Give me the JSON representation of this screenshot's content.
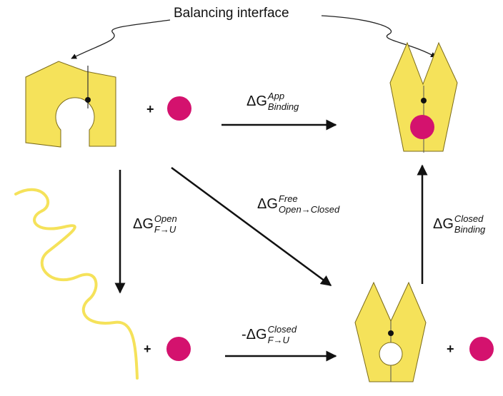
{
  "title": "Balancing interface",
  "plus": "+",
  "delta": "ΔG",
  "neg_delta": "-ΔG",
  "labels": {
    "app_binding": {
      "sup": "App",
      "sub": "Binding"
    },
    "free": {
      "sup": "Free",
      "sub": "Open→Closed"
    },
    "open_unfold": {
      "sup": "Open",
      "sub": "F→U"
    },
    "closed_binding": {
      "sup": "Closed",
      "sub": "Binding"
    },
    "closed_unfold": {
      "sup": "Closed",
      "sub": "F→U"
    }
  },
  "colors": {
    "protein_fill": "#f5e25a",
    "protein_stroke": "#7a6a1a",
    "ligand": "#d4126e",
    "unfolded_chain": "#f5e25a",
    "arrow": "#111111"
  }
}
